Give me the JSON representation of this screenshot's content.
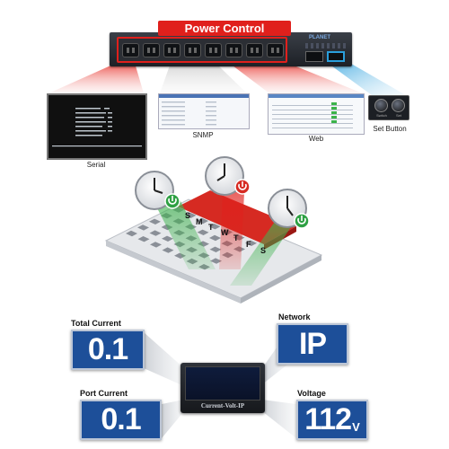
{
  "device": {
    "title": "Power Control",
    "brand": "PLANET",
    "outlet_count": 8
  },
  "interfaces": [
    {
      "id": "serial",
      "label": "Serial"
    },
    {
      "id": "snmp",
      "label": "SNMP"
    },
    {
      "id": "web",
      "label": "Web"
    },
    {
      "id": "set-button",
      "label": "Set Button"
    }
  ],
  "set_button_labels": [
    "Switch",
    "Set"
  ],
  "calendar": {
    "days": [
      "S",
      "M",
      "T",
      "W",
      "T",
      "F",
      "S"
    ]
  },
  "meters": {
    "total_current": {
      "label": "Total Current",
      "value": "0.1"
    },
    "port_current": {
      "label": "Port Current",
      "value": "0.1"
    },
    "network": {
      "label": "Network",
      "value": "IP"
    },
    "voltage": {
      "label": "Voltage",
      "value": "112",
      "unit": "V"
    }
  },
  "display_unit": {
    "label": "Current-Volt-IP"
  },
  "colors": {
    "accent_red": "#e0201c",
    "meter_blue": "#1d4f99",
    "clock_green": "#2ea043",
    "port_blue": "#2a9fdc"
  }
}
